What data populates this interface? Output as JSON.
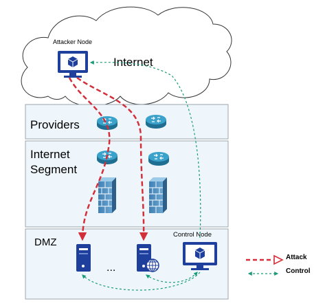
{
  "cloud": {
    "label": "Internet"
  },
  "nodes": {
    "attacker": {
      "label": "Attacker Node"
    },
    "control": {
      "label": "Control Node"
    },
    "ellipsis": "..."
  },
  "layers": [
    {
      "id": "providers",
      "lines": [
        "Providers"
      ]
    },
    {
      "id": "segment",
      "lines": [
        "Internet",
        "Segment"
      ]
    },
    {
      "id": "dmz",
      "lines": [
        "DMZ"
      ]
    }
  ],
  "legend": {
    "attack": {
      "label": "Attack",
      "color": "#d32f3a"
    },
    "control": {
      "label": "Control",
      "color": "#1a9c78"
    }
  },
  "colors": {
    "band_fill": "#eef6fb",
    "band_stroke": "#9aa6ad",
    "router": "#2e8fb8",
    "firewall": "#4c8fc0",
    "node": "#1f3f9c"
  }
}
